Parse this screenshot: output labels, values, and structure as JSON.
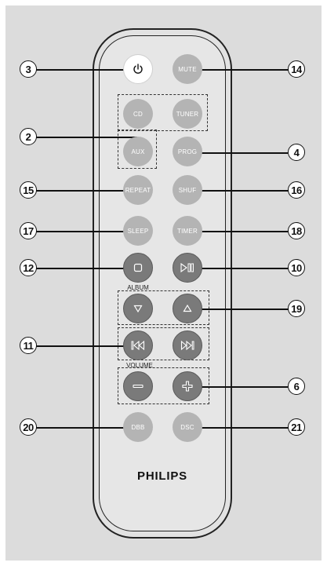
{
  "brand": "PHILIPS",
  "buttons": {
    "power": "",
    "mute": "MUTE",
    "cd": "CD",
    "tuner": "TUNER",
    "aux": "AUX",
    "prog": "PROG",
    "repeat": "REPEAT",
    "shuffle": "SHUF",
    "sleep": "SLEEP",
    "timer": "TIMER",
    "stop": "",
    "play_pause": "",
    "album_down": "",
    "album_up": "",
    "prev": "",
    "next": "",
    "vol_down": "",
    "vol_up": "",
    "dbb": "DBB",
    "dsc": "DSC"
  },
  "groups": {
    "album": "ALBUM",
    "volume": "VOLUME"
  },
  "callouts": {
    "power": "3",
    "mute": "14",
    "source": "2",
    "prog": "4",
    "repeat": "15",
    "shuffle": "16",
    "sleep": "17",
    "timer": "18",
    "stop": "12",
    "play_pause": "10",
    "album": "19",
    "skip": "11",
    "volume": "6",
    "dbb": "20",
    "dsc": "21"
  }
}
